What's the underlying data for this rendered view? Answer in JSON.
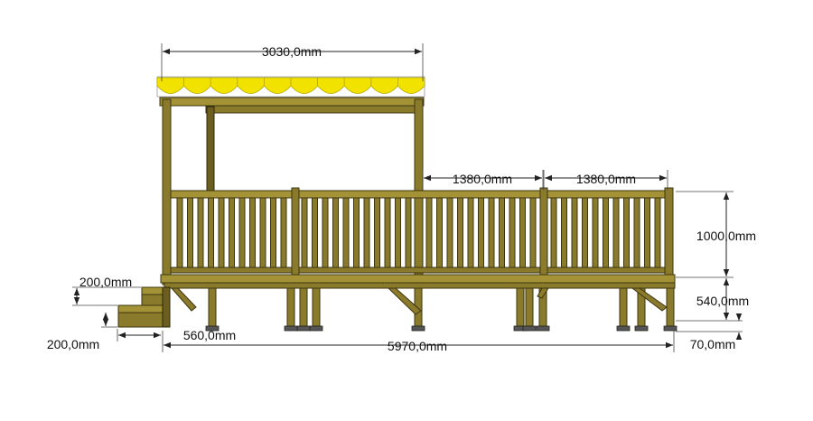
{
  "drawing": {
    "colors": {
      "wood": "#8a7a2c",
      "wood_light": "#a39336",
      "wood_dark": "#6b5e1f",
      "awning_yellow": "#f2e200",
      "awning_white": "#ffffff",
      "feet": "#555555",
      "dimension_line": "#222222"
    },
    "dimensions": {
      "roof_width": "3030,0mm",
      "section_left": "1380,0mm",
      "section_right": "1380,0mm",
      "railing_height": "1000,0mm",
      "deck_height": "540,0mm",
      "foot_height": "70,0mm",
      "total_length": "5970,0mm",
      "step_depth": "560,0mm",
      "step_rise_upper": "200,0mm",
      "step_rise_lower": "200,0mm"
    }
  }
}
